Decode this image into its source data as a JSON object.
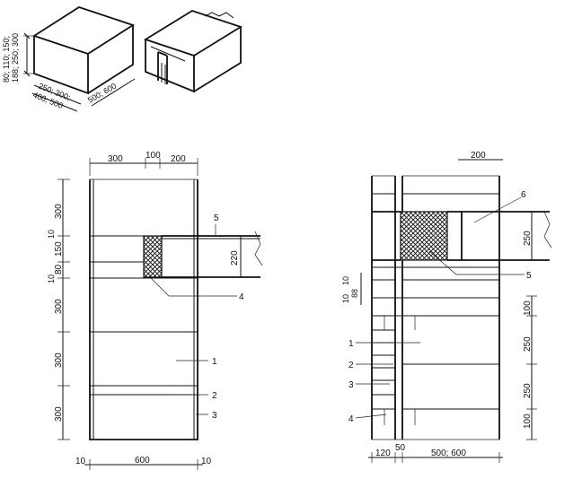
{
  "block_dims": {
    "height": "80; 110; 150;",
    "height2": "188; 250; 300",
    "width_a": "250; 300;",
    "width_b": "400; 500",
    "length": "500; 600"
  },
  "left_view": {
    "top": [
      "300",
      "100",
      "200"
    ],
    "left": [
      "300",
      "10",
      "150",
      "10",
      "80",
      "300",
      "300",
      "300"
    ],
    "bottom": [
      "10",
      "600",
      "10"
    ],
    "right_dim": "220",
    "callouts": [
      "5",
      "4",
      "1",
      "2",
      "3"
    ]
  },
  "right_view": {
    "top": "200",
    "right": [
      "250",
      "100",
      "250",
      "250",
      "100"
    ],
    "left": [
      "10",
      "10",
      "88"
    ],
    "bottom": [
      "120",
      "50",
      "500; 600"
    ],
    "callouts": [
      "6",
      "5",
      "1",
      "2",
      "3",
      "4"
    ]
  }
}
